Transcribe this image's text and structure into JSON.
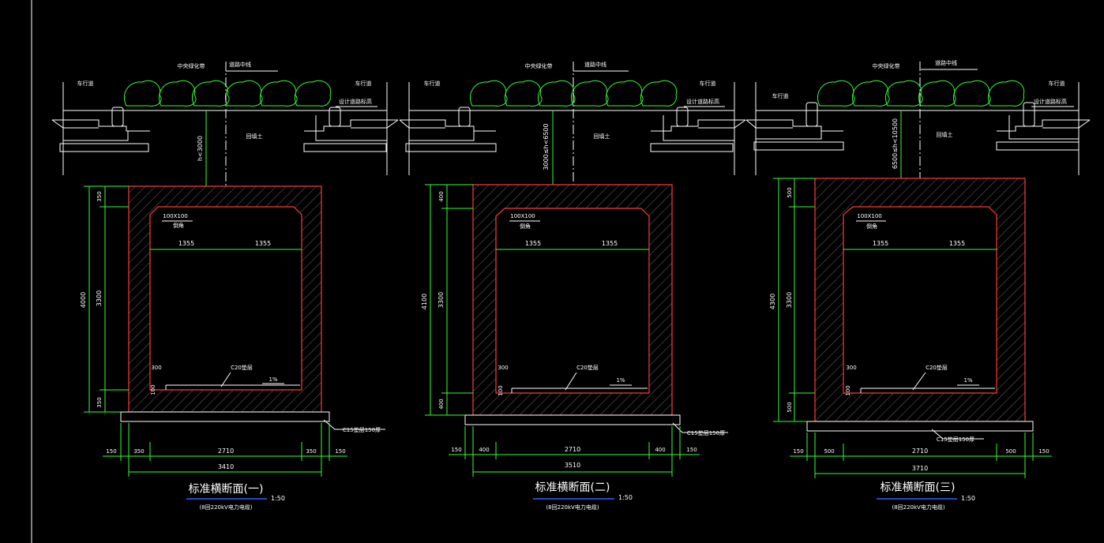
{
  "colors": {
    "background": "#000000",
    "wall_outline": "#ff3b3b",
    "dimension": "#33ff33",
    "linework": "#ffffff",
    "vegetation": "#33ff33",
    "title_underline": "#3366ff"
  },
  "common": {
    "median_label": "中央绿化带",
    "road_center_label": "道路中线",
    "carriageway_label": "车行道",
    "design_road_elevation_label": "设计道路标高",
    "backfill_label": "回填土",
    "chamfer_label": "100X100",
    "chamfer_sub_label": "倒角",
    "floor_label": "C20垫层",
    "slope_label": "1%",
    "half_width_left": "1355",
    "half_width_right": "1355",
    "inner_height": "3300",
    "step_width": "300",
    "step_height": "100",
    "inner_width": "2710",
    "footing_offset": "150",
    "scale_label": "1:50",
    "subtitle": "(8回220kV电力电缆)"
  },
  "sections": [
    {
      "title": "标准横断面(一)",
      "depth_label": "h<3000",
      "wall_thickness": "350",
      "total_height": "4000",
      "total_width": "3410",
      "base_label": "C15垫层150厚"
    },
    {
      "title": "标准横断面(二)",
      "depth_label": "3000≤h<6500",
      "wall_thickness": "400",
      "total_height": "4100",
      "total_width": "3510",
      "base_label": "C15垫层150厚"
    },
    {
      "title": "标准横断面(三)",
      "depth_label": "6500≤h<10500",
      "wall_thickness": "500",
      "total_height": "4300",
      "total_width": "3710",
      "base_label": "C15垫层150厚"
    }
  ]
}
